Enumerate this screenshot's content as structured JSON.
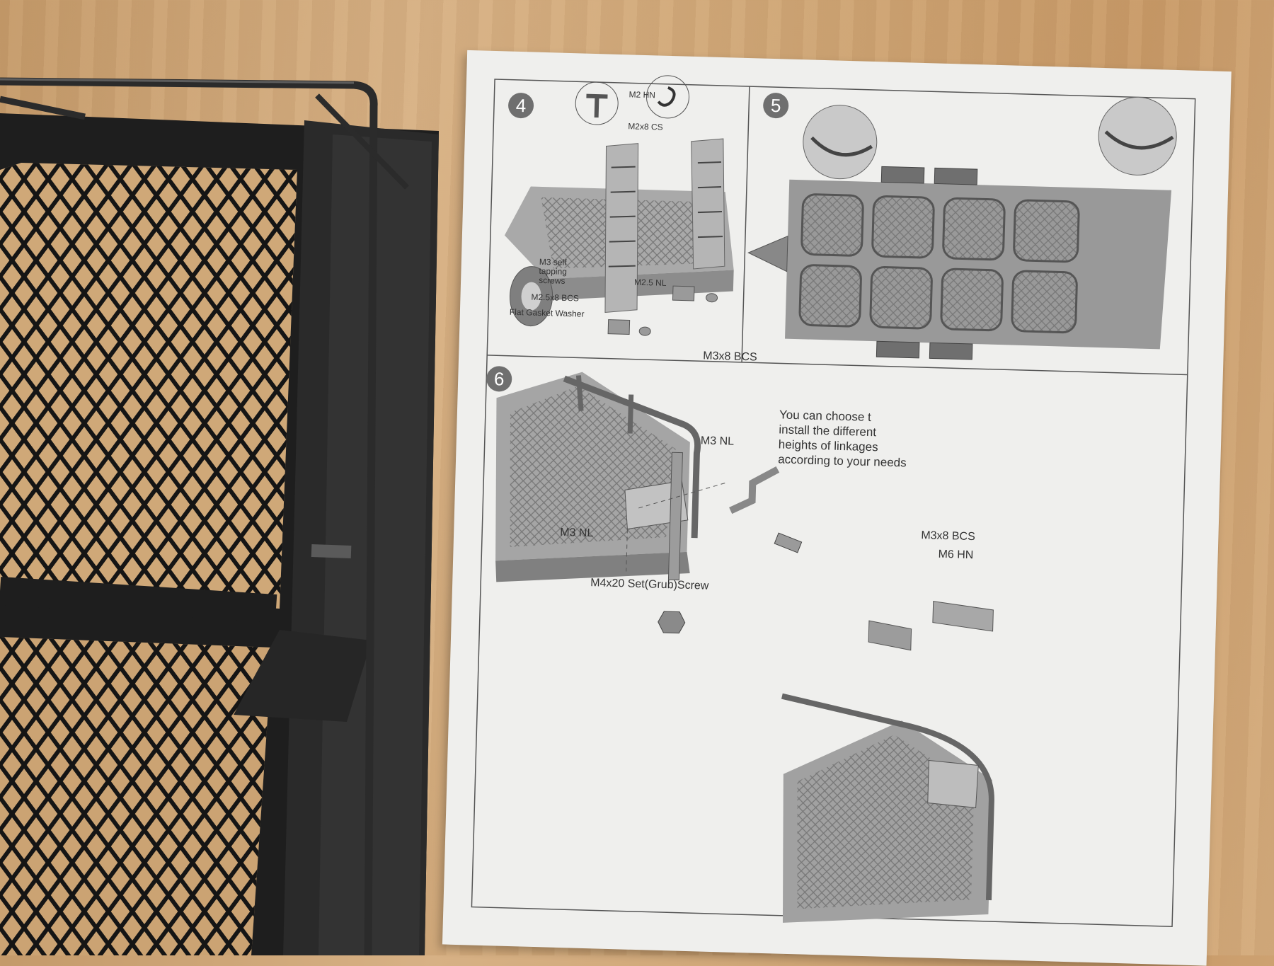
{
  "steps": [
    "4",
    "5",
    "6"
  ],
  "labels": {
    "m2_hn": "M2 HN",
    "m2x8_cs": "M2x8  CS",
    "m3_self_1": "M3 self",
    "m3_self_2": "tapping",
    "m3_self_3": "screws",
    "m2_5x8_bcs": "M2.5x8 BCS",
    "m2_5_nl": "M2.5  NL",
    "flat_gasket": "Flat Gasket Washer",
    "m3x8_bcs_a": "M3x8  BCS",
    "m3_nl_a": "M3 NL",
    "m3_nl_b": "M3 NL",
    "m4x20": "M4x20  Set(Grub)Screw",
    "m3x8_bcs_b": "M3x8  BCS",
    "m6_hn": "M6  HN"
  },
  "note": {
    "line1": "You can choose t",
    "line2": "install the different",
    "line3": "heights of linkages",
    "line4": "according to your needs"
  }
}
